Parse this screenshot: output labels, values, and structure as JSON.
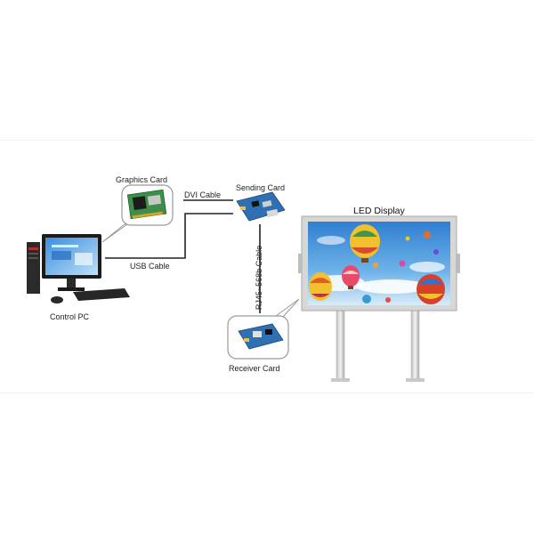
{
  "labels": {
    "graphics_card": "Graphics Card",
    "dvi_cable": "DVI Cable",
    "sending_card": "Sending Card",
    "led_display": "LED Display",
    "usb_cable": "USB Cable",
    "rj45_cable": "RJ45~568b Cable",
    "control_pc": "Control PC",
    "receiver_card": "Receiver Card"
  },
  "colors": {
    "line": "#222222",
    "bubble_border": "#9a9a9a",
    "sky": "#3e8fd8",
    "frame": "#c9c9c9",
    "pole": "#d6d6d6",
    "pcb_green": "#3b8f4a",
    "pcb_blue": "#2f6fb3"
  }
}
